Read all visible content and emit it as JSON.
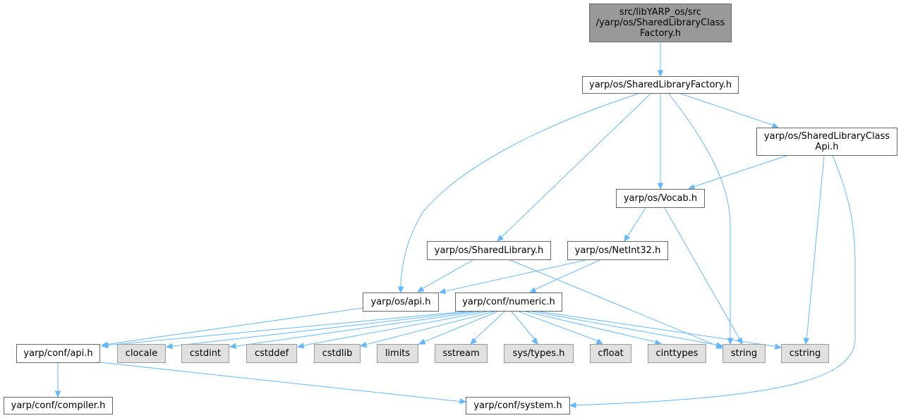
{
  "graph": {
    "colors": {
      "edge": "#63b8ff",
      "root_fill": "#999999",
      "system_fill": "#e0e0e0",
      "node_border": "#666666"
    },
    "nodes": {
      "root": "src/libYARP_os/src\n/yarp/os/SharedLibraryClass\nFactory.h",
      "factory": "yarp/os/SharedLibraryFactory.h",
      "classapi": "yarp/os/SharedLibraryClass\nApi.h",
      "vocab": "yarp/os/Vocab.h",
      "sharedlib": "yarp/os/SharedLibrary.h",
      "netint": "yarp/os/NetInt32.h",
      "osapi": "yarp/os/api.h",
      "numeric": "yarp/conf/numeric.h",
      "confapi": "yarp/conf/api.h",
      "clocale": "clocale",
      "cstdint": "cstdint",
      "cstddef": "cstddef",
      "cstdlib": "cstdlib",
      "limits": "limits",
      "sstream": "sstream",
      "systypes": "sys/types.h",
      "cfloat": "cfloat",
      "cinttypes": "cinttypes",
      "string": "string",
      "cstring": "cstring",
      "compiler": "yarp/conf/compiler.h",
      "system": "yarp/conf/system.h"
    }
  }
}
